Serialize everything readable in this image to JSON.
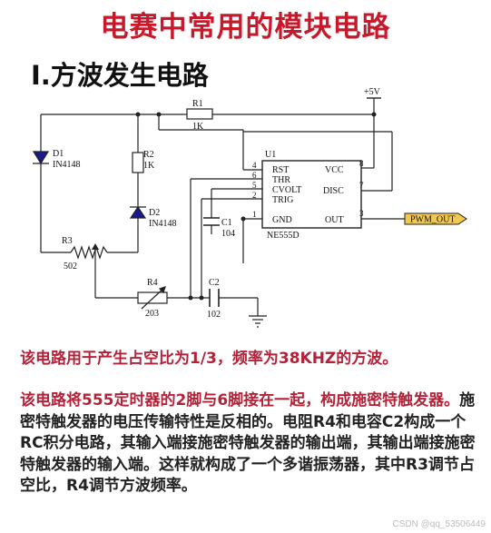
{
  "title": "电赛中常用的模块电路",
  "subtitle": "I.方波发生电路",
  "circuit": {
    "supply": "+5V",
    "output_net": "PWM_OUT",
    "ic": {
      "ref": "U1",
      "part": "NE555D",
      "pins_left": [
        {
          "num": "4",
          "name": "RST"
        },
        {
          "num": "6",
          "name": "THR"
        },
        {
          "num": "5",
          "name": "CVOLT"
        },
        {
          "num": "2",
          "name": "TRIG"
        },
        {
          "num": "1",
          "name": "GND"
        }
      ],
      "pins_right": [
        {
          "num": "8",
          "name": "VCC"
        },
        {
          "num": "7",
          "name": "DISC"
        },
        {
          "num": "3",
          "name": "OUT"
        }
      ]
    },
    "components": {
      "R1": {
        "ref": "R1",
        "value": "1K"
      },
      "R2": {
        "ref": "R2",
        "value": "1K"
      },
      "R3": {
        "ref": "R3",
        "value": "502"
      },
      "R4": {
        "ref": "R4",
        "value": "203"
      },
      "D1": {
        "ref": "D1",
        "value": "IN4148"
      },
      "D2": {
        "ref": "D2",
        "value": "IN4148"
      },
      "C1": {
        "ref": "C1",
        "value": "104"
      },
      "C2": {
        "ref": "C2",
        "value": "102"
      }
    }
  },
  "text": {
    "p1": "该电路用于产生占空比为1/3，频率为38KHZ的方波。",
    "p2_red": "该电路将555定时器的2脚与6脚接在一起，构成施密特触发器。",
    "p2_rest": "施密特触发器的电压传输特性是反相的。电阻R4和电容C2构成一个RC积分电路，其输入端接施密特触发器的输出端，其输出端接施密特触发器的输入端。这样就构成了一个多谐振荡器，其中R3调节占空比，R4调节方波频率。"
  },
  "watermark": "CSDN @qq_53506449",
  "colors": {
    "title": "#c8192b",
    "note": "#b2233a",
    "body": "#222222",
    "output_port": "#f2c94c"
  }
}
